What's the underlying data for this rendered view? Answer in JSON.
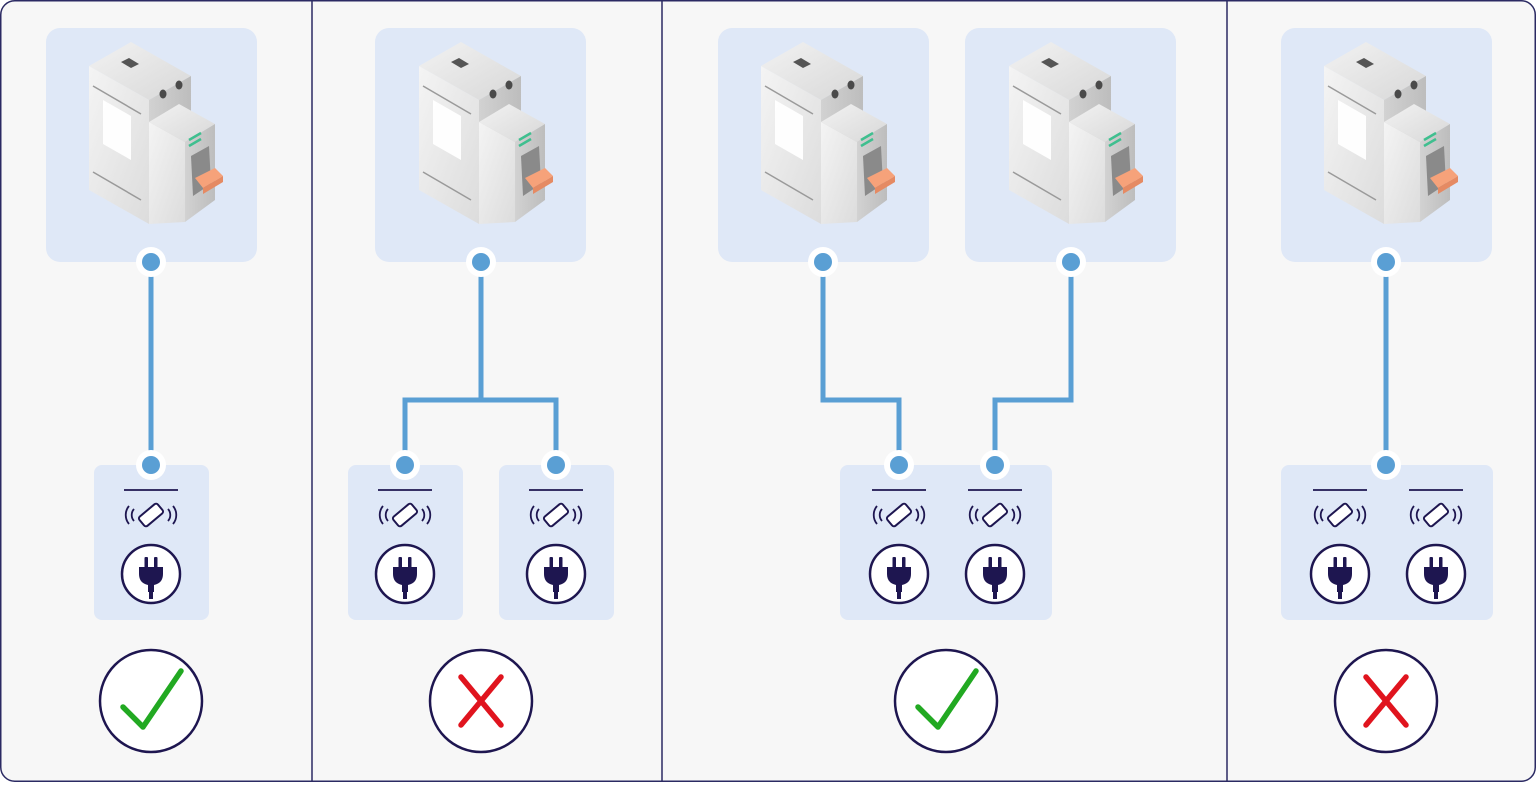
{
  "colors": {
    "panel_background": "#f7f7f7",
    "border": "#2b2a63",
    "tile": "#dfe8f7",
    "wire": "#5a9fd4",
    "breaker_body": "#ececec",
    "breaker_lever": "#f6a27a",
    "breaker_indicator": "#3fbf8f",
    "icon": "#1e1650",
    "check": "#22a922",
    "cross": "#e0141e"
  },
  "icons": {
    "breaker": "circuit-breaker-icon",
    "rfid": "rfid-card-icon",
    "plug": "plug-icon",
    "valid": "check-icon",
    "invalid": "cross-icon"
  },
  "scenarios": [
    {
      "breakers": 1,
      "sockets_per_group": [
        1
      ],
      "topology": "one-breaker-one-socket",
      "valid": true
    },
    {
      "breakers": 1,
      "sockets_per_group": [
        1,
        1
      ],
      "topology": "one-breaker-two-separate-sockets",
      "valid": false
    },
    {
      "breakers": 2,
      "sockets_per_group": [
        2
      ],
      "topology": "two-breakers-one-dual-socket-unit",
      "valid": true
    },
    {
      "breakers": 1,
      "sockets_per_group": [
        2
      ],
      "topology": "one-breaker-one-dual-socket-unit",
      "valid": false
    }
  ]
}
